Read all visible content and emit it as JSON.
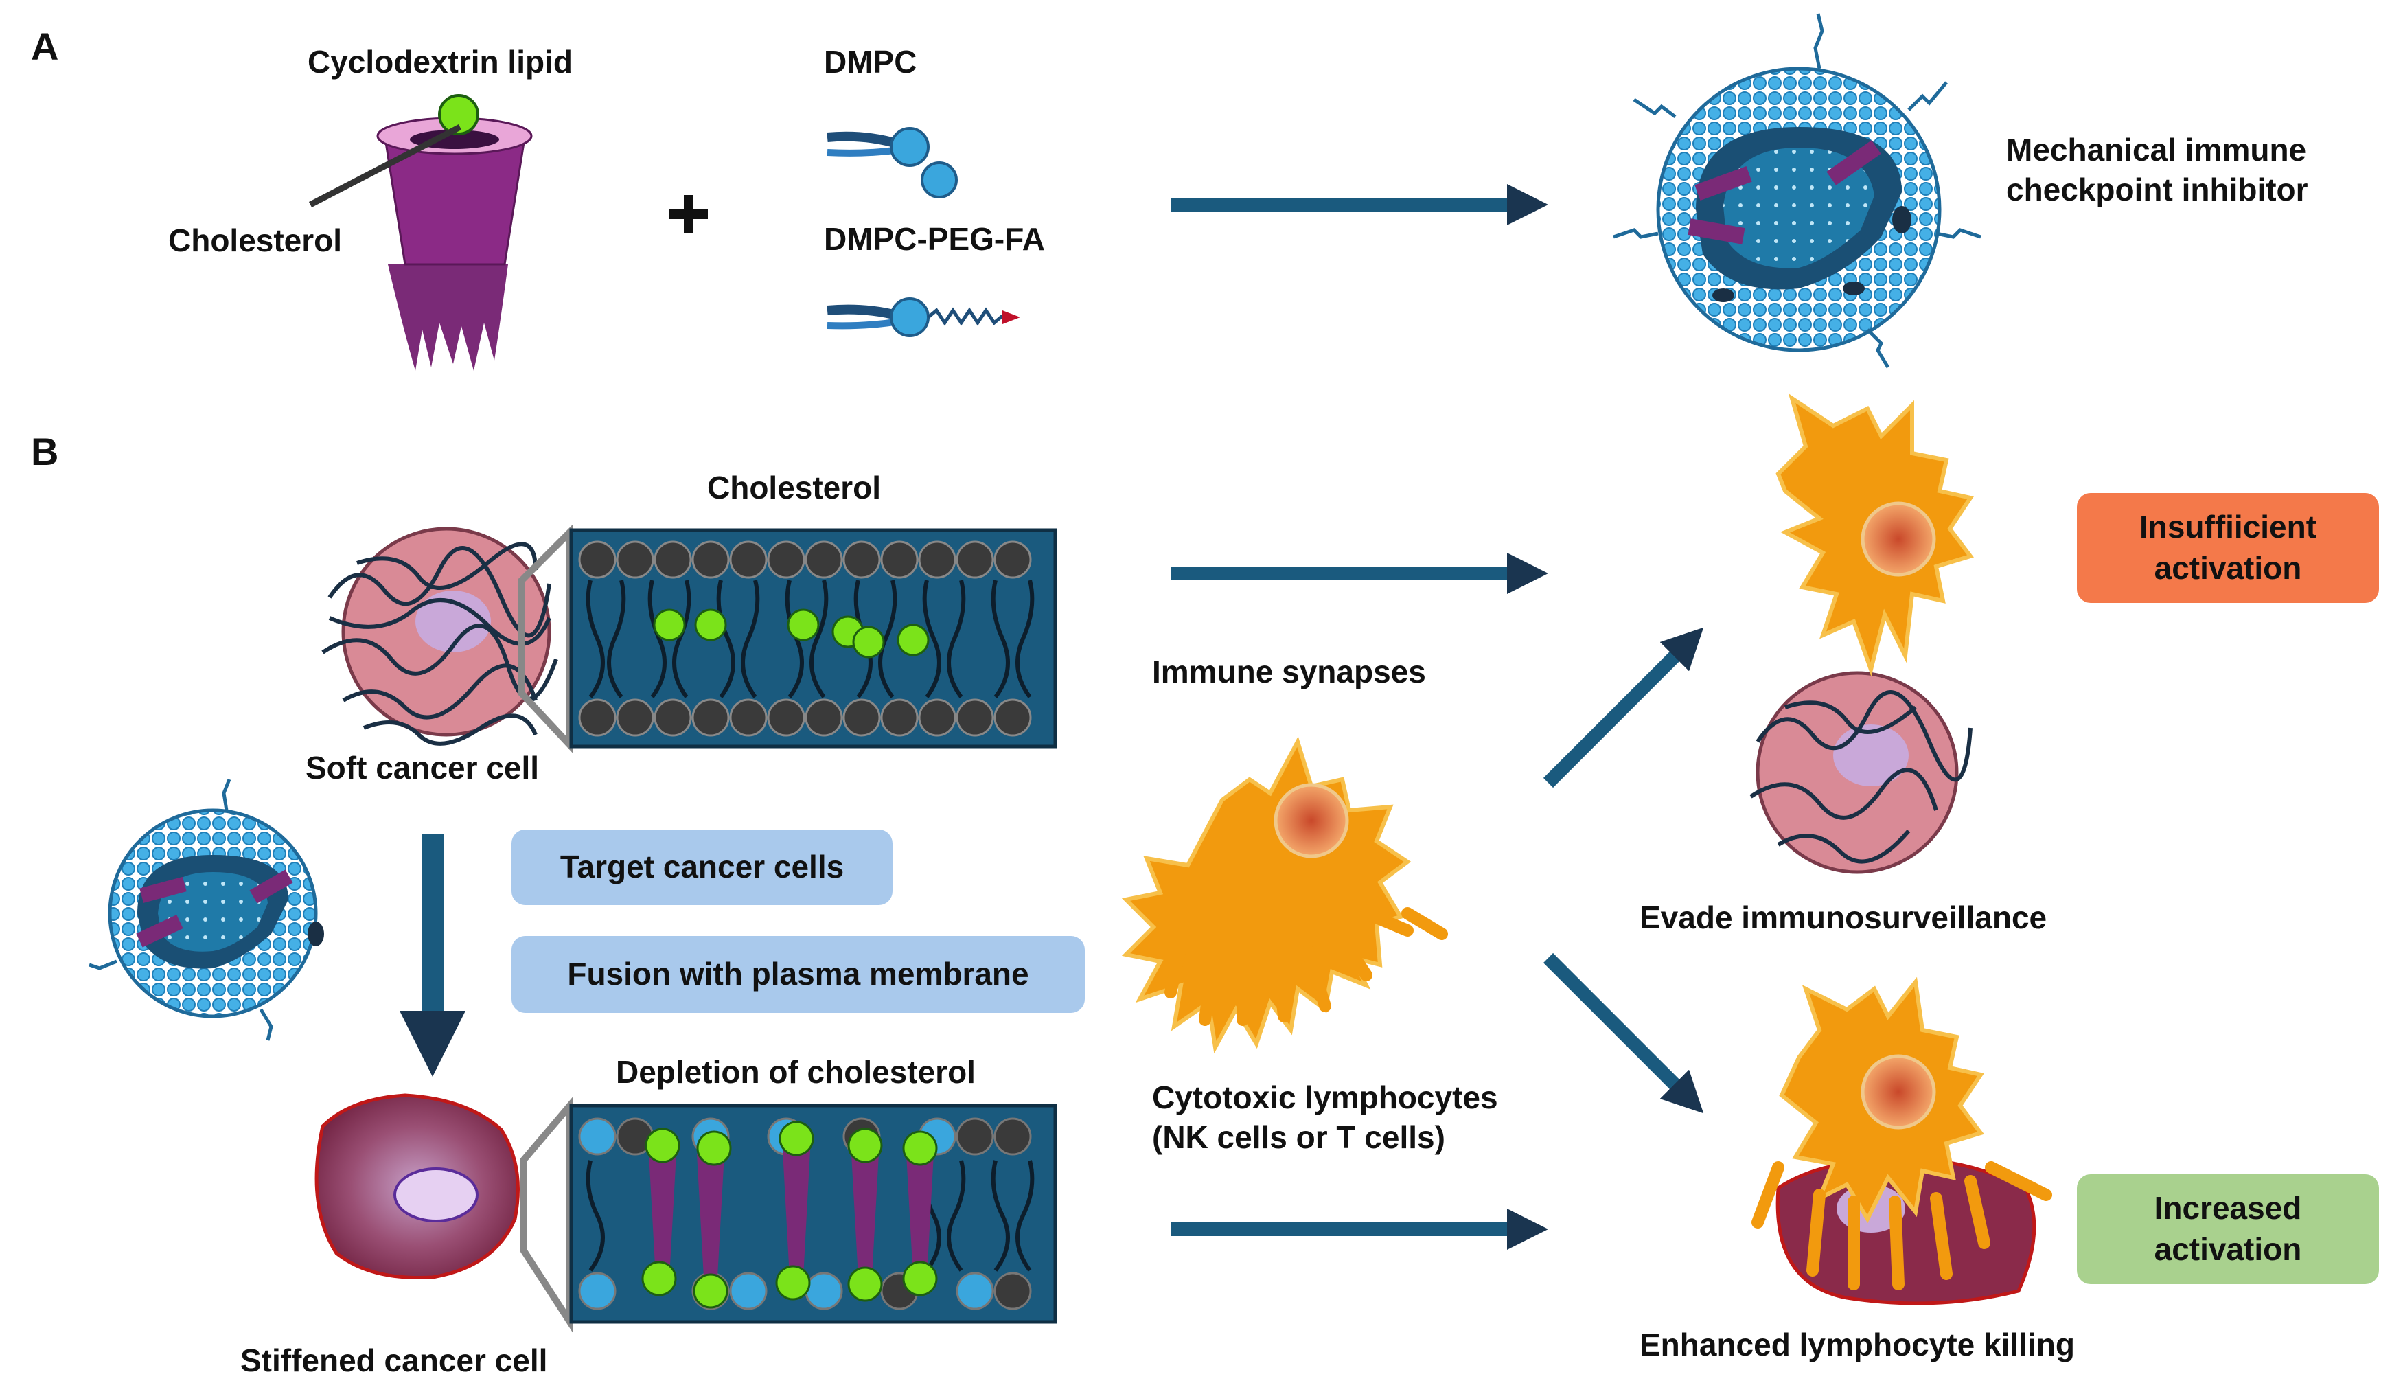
{
  "panel_a": {
    "letter": "A",
    "cyclodextrin_label": "Cyclodextrin lipid",
    "cholesterol_label": "Cholesterol",
    "plus": "+",
    "dmpc_label": "DMPC",
    "dmpc_peg_label": "DMPC-PEG-FA",
    "product_label_line1": "Mechanical immune",
    "product_label_line2": "checkpoint inhibitor"
  },
  "panel_b": {
    "letter": "B",
    "cholesterol_label": "Cholesterol",
    "soft_cell_label": "Soft cancer cell",
    "target_box": "Target cancer cells",
    "fusion_box": "Fusion with plasma membrane",
    "depletion_label": "Depletion of cholesterol",
    "stiffened_label": "Stiffened cancer cell",
    "synapse_label": "Immune synapses",
    "lymphocyte_line1": "Cytotoxic lymphocytes",
    "lymphocyte_line2": "(NK cells or T cells)",
    "insufficient_line1": "Insuffiicient",
    "insufficient_line2": "activation",
    "evade_label": "Evade immunosurveillance",
    "increased_line1": "Increased",
    "increased_line2": "activation",
    "enhanced_label": "Enhanced lymphocyte killing"
  },
  "colors": {
    "arrow": "#1f4e79",
    "membrane_box": "#1a5a7e",
    "liposome": "#3aa6dd",
    "cyclodextrin": "#7a2a77",
    "cholesterol": "#7be31a",
    "lymphocyte": "#f29a0e",
    "soft_cell": "#d98a96",
    "stiff_cell": "#8a2a4a"
  }
}
